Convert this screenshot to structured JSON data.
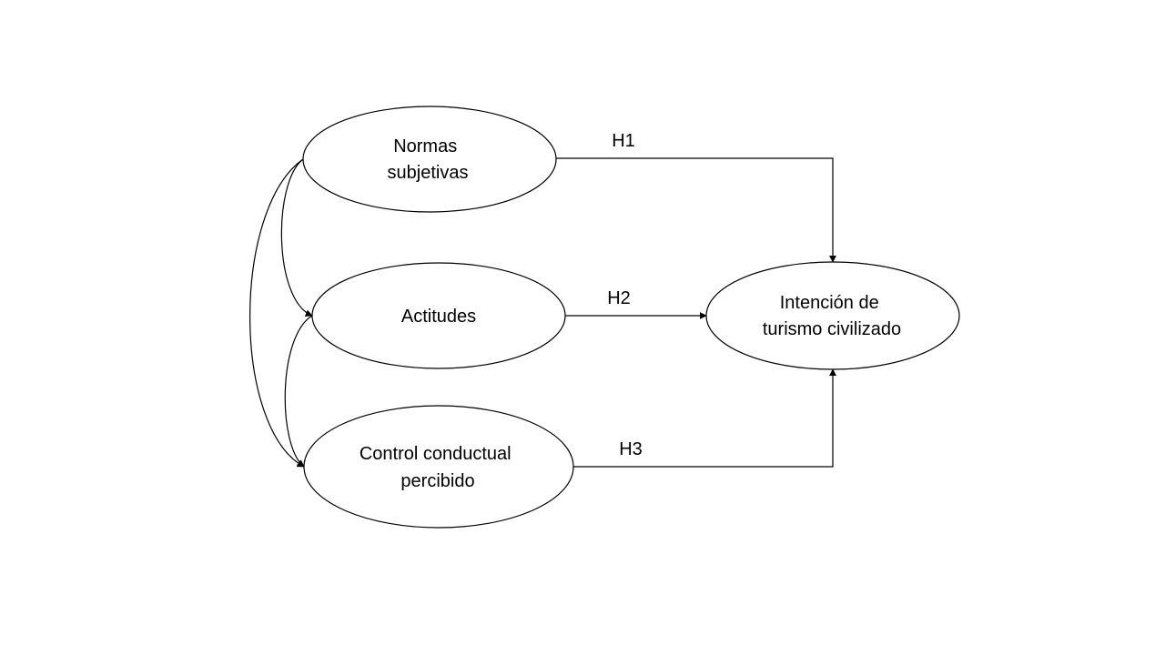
{
  "diagram": {
    "nodes": {
      "normas": {
        "lines": [
          "Normas",
          "subjetivas"
        ]
      },
      "actitudes": {
        "lines": [
          "Actitudes"
        ]
      },
      "control": {
        "lines": [
          "Control conductual",
          "percibido"
        ]
      },
      "intencion": {
        "lines": [
          "Intención de",
          "turismo civilizado"
        ]
      }
    },
    "edges": {
      "h1": {
        "label": "H1",
        "from": "Normas subjetivas",
        "to": "Intención de turismo civilizado"
      },
      "h2": {
        "label": "H2",
        "from": "Actitudes",
        "to": "Intención de turismo civilizado"
      },
      "h3": {
        "label": "H3",
        "from": "Control conductual percibido",
        "to": "Intención de turismo civilizado"
      }
    },
    "correlations": [
      {
        "between": [
          "Normas subjetivas",
          "Actitudes"
        ]
      },
      {
        "between": [
          "Actitudes",
          "Control conductual percibido"
        ]
      },
      {
        "between": [
          "Normas subjetivas",
          "Control conductual percibido"
        ]
      }
    ],
    "colors": {
      "stroke": "#000000",
      "background": "#ffffff",
      "text": "#000000"
    }
  }
}
